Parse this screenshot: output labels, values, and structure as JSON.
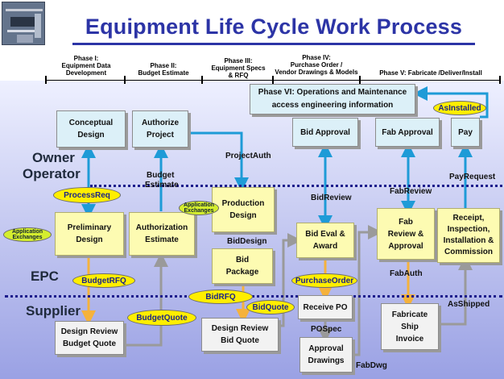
{
  "title": "Equipment Life Cycle Work Process",
  "colors": {
    "title": "#2c34a6",
    "oval": "#ffee00",
    "owner_box": "#dcf0f8",
    "epc_box": "#fdfbb2",
    "arrow_blue": "#1e9bd7",
    "arrow_orange": "#f5b23c",
    "arrow_gray": "#9a9a9a"
  },
  "phases": [
    {
      "lines": [
        "Phase I:",
        "Equipment Data",
        "Development"
      ]
    },
    {
      "lines": [
        "Phase II:",
        "Budget Estimate"
      ]
    },
    {
      "lines": [
        "Phase III:",
        "Equipment Specs",
        "& RFQ"
      ]
    },
    {
      "lines": [
        "Phase IV:",
        "Purchase Order /",
        "Vendor Drawings & Models"
      ]
    },
    {
      "lines": [
        "Phase V: Fabricate /Deliver/Install"
      ]
    }
  ],
  "phase6": {
    "line1": "Phase VI: Operations and Maintenance",
    "line2": "access engineering information"
  },
  "sections": {
    "owner1": "Owner",
    "owner2": "Operator",
    "epc": "EPC",
    "supplier": "Supplier"
  },
  "boxes": {
    "conceptual": {
      "l1": "Conceptual",
      "l2": "Design"
    },
    "authorize": {
      "l1": "Authorize",
      "l2": "Project"
    },
    "bid_approval": {
      "l1": "Bid Approval"
    },
    "fab_approval": {
      "l1": "Fab Approval"
    },
    "pay": {
      "l1": "Pay"
    },
    "preliminary": {
      "l1": "Preliminary",
      "l2": "Design"
    },
    "auth_estimate": {
      "l1": "Authorization",
      "l2": "Estimate"
    },
    "production": {
      "l1": "Production",
      "l2": "Design"
    },
    "bid_package": {
      "l1": "Bid",
      "l2": "Package"
    },
    "bid_eval": {
      "l1": "Bid Eval &",
      "l2": "Award"
    },
    "fab_review": {
      "l1": "Fab",
      "l2": "Review &",
      "l3": "Approval"
    },
    "receipt": {
      "l1": "Receipt,",
      "l2": "Inspection,",
      "l3": "Installation &",
      "l4": "Commission"
    },
    "dr_budget": {
      "l1": "Design Review",
      "l2": "Budget Quote"
    },
    "dr_bid": {
      "l1": "Design Review",
      "l2": "Bid Quote"
    },
    "receive_po": {
      "l1": "Receive PO"
    },
    "approval_dwg": {
      "l1": "Approval",
      "l2": "Drawings"
    },
    "fabricate": {
      "l1": "Fabricate",
      "l2": "Ship",
      "l3": "Invoice"
    }
  },
  "ovals": {
    "asinstalled": "AsInstalled",
    "processreq": "ProcessReq",
    "budgetrfq": "BudgetRFQ",
    "budgetquote": "BudgetQuote",
    "bidrfq": "BidRFQ",
    "bidquote": "BidQuote",
    "purchaseorder": "PurchaseOrder",
    "appx1": {
      "l1": "Application",
      "l2": "Exchanges"
    },
    "appx2": {
      "l1": "Application",
      "l2": "Exchanges"
    }
  },
  "labels": {
    "projectauth": "ProjectAuth",
    "budget_estimate_l1": "Budget",
    "budget_estimate_l2": "Estimate",
    "payrequest": "PayRequest",
    "fabreview": "FabReview",
    "bidreview": "BidReview",
    "biddesign": "BidDesign",
    "fabauth": "FabAuth",
    "asshipped": "AsShipped",
    "pospec": "POSpec",
    "fabdwg": "FabDwg"
  }
}
